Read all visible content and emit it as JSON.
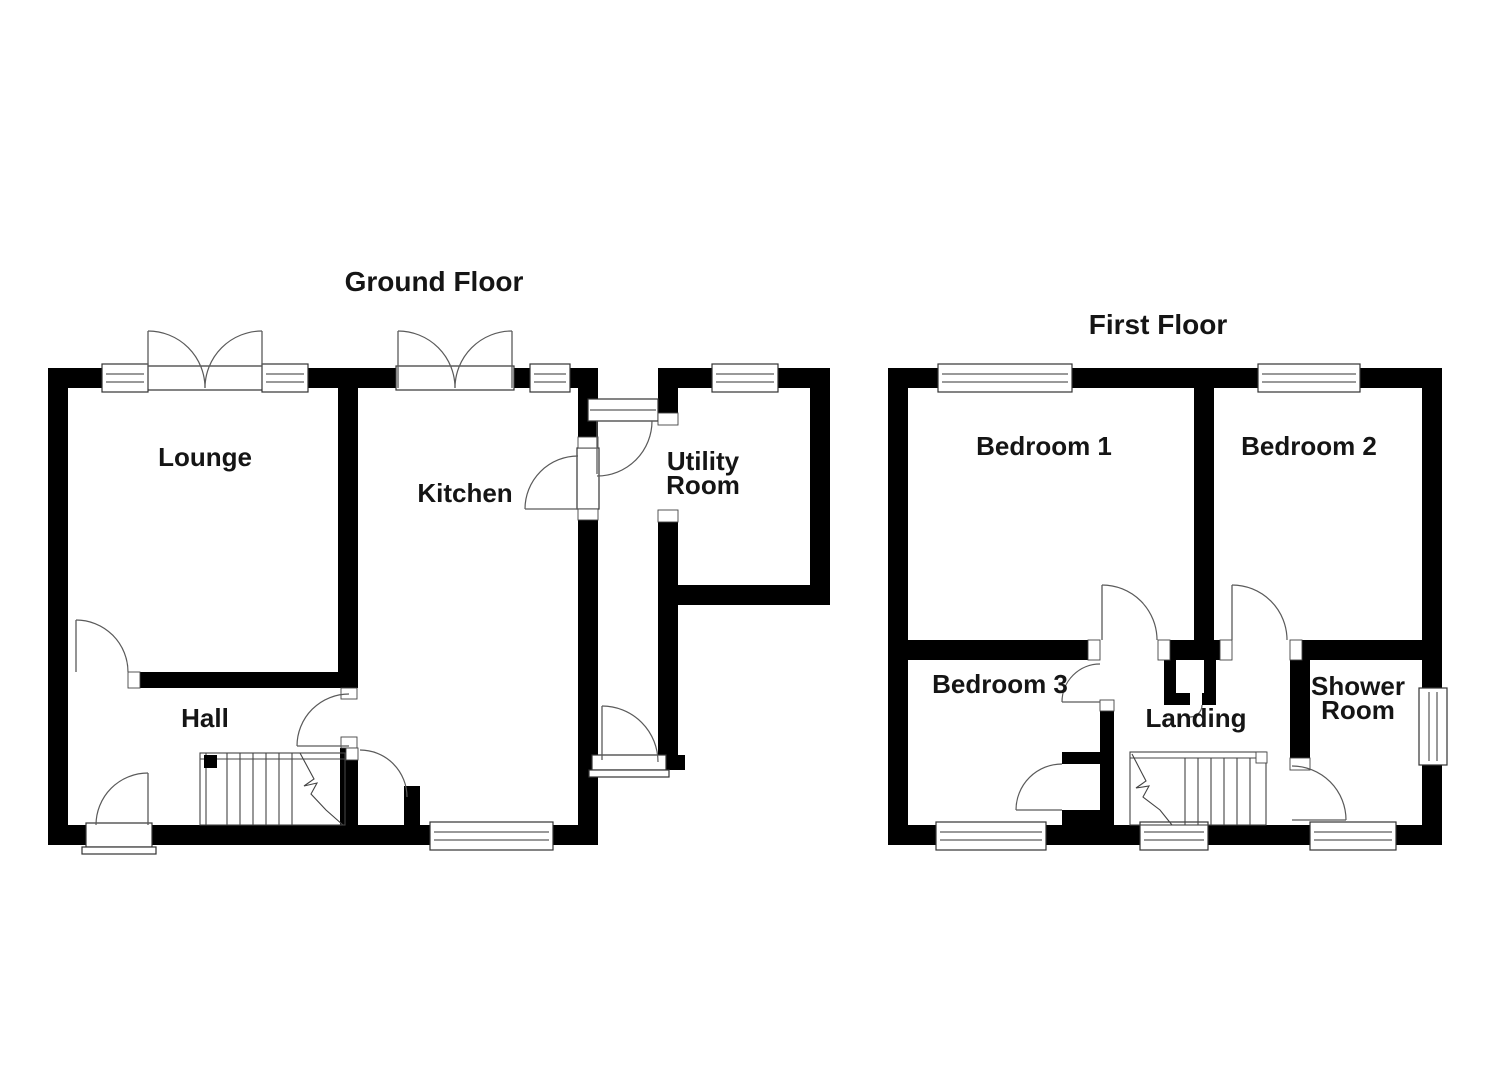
{
  "ground_floor": {
    "title": "Ground Floor",
    "rooms": {
      "lounge": "Lounge",
      "kitchen": "Kitchen",
      "hall": "Hall",
      "utility": "Utility Room"
    }
  },
  "first_floor": {
    "title": "First Floor",
    "rooms": {
      "bedroom1": "Bedroom 1",
      "bedroom2": "Bedroom 2",
      "bedroom3": "Bedroom 3",
      "landing": "Landing",
      "shower": "Shower Room"
    }
  },
  "colors": {
    "wall": "#000000",
    "background": "#ffffff",
    "line": "#5a5a5a",
    "text": "#151515"
  }
}
